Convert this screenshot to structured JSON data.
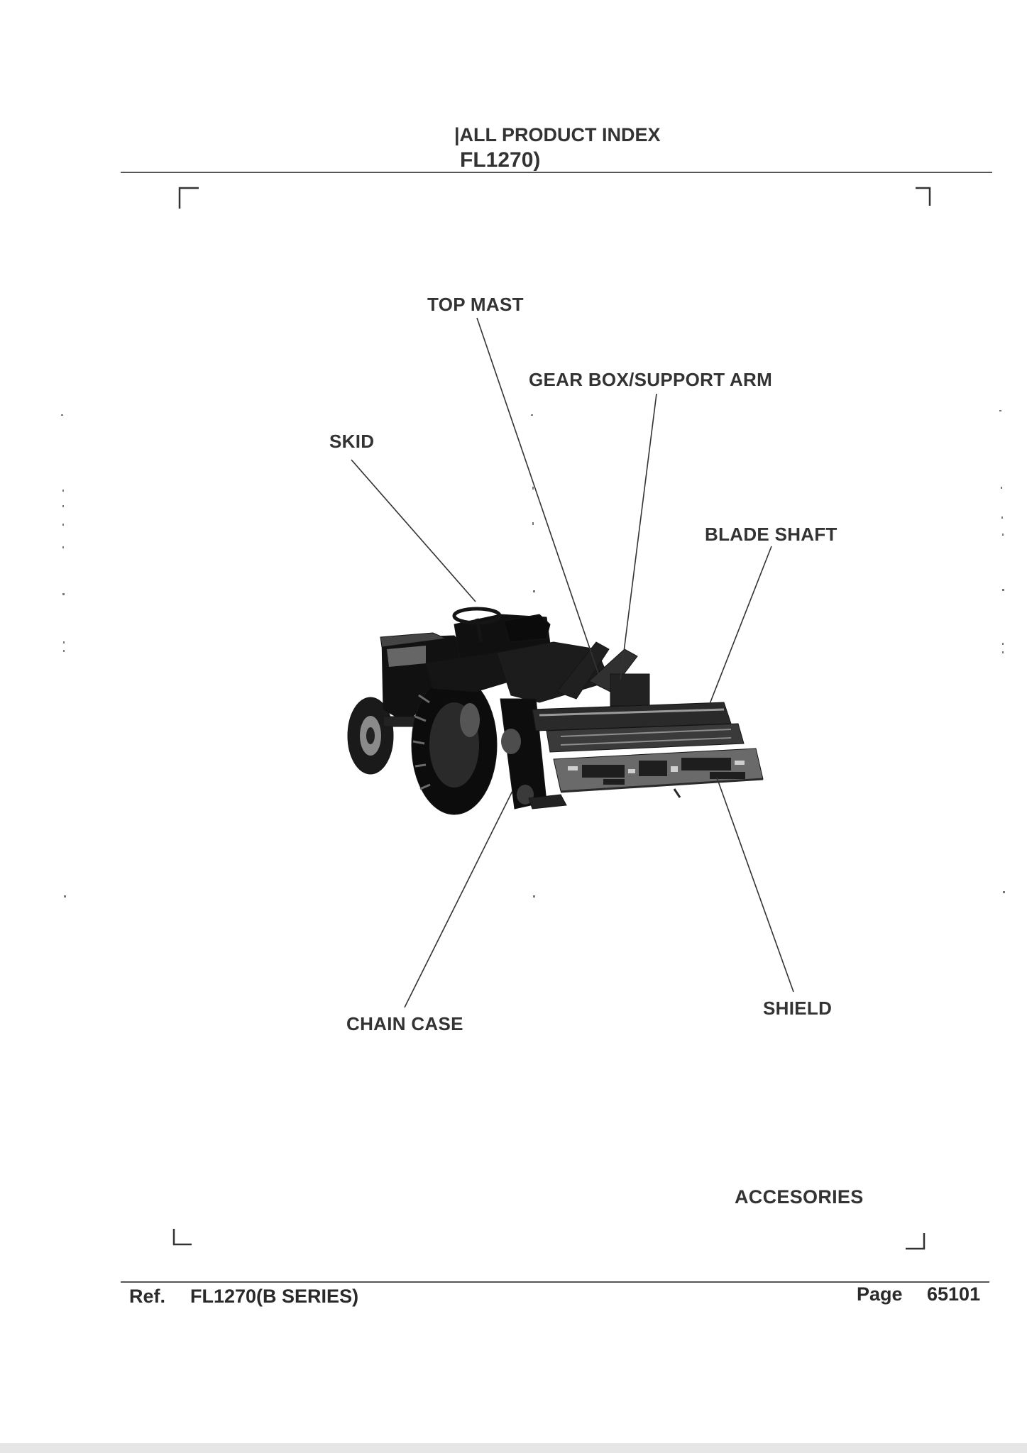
{
  "header": {
    "line1": "|ALL PRODUCT INDEX",
    "line2": "FL1270)"
  },
  "callouts": {
    "top_mast": "TOP MAST",
    "gear_box": "GEAR BOX/SUPPORT ARM",
    "skid": "SKID",
    "blade_shaft": "BLADE SHAFT",
    "chain_case": "CHAIN CASE",
    "shield": "SHIELD"
  },
  "section_label": "ACCESORIES",
  "footer": {
    "ref_label": "Ref.",
    "ref_value": "FL1270(B SERIES)",
    "page_label": "Page",
    "page_value": "65101"
  }
}
